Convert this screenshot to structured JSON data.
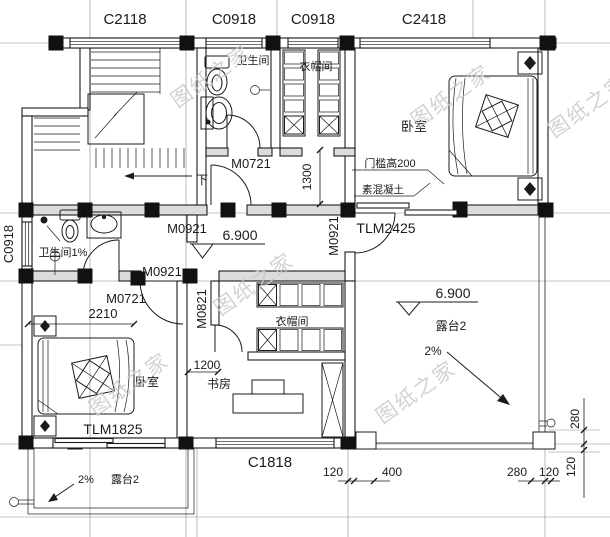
{
  "drawing": {
    "kind": "residential floor plan",
    "watermark": "图纸之家",
    "colors": {
      "line": "#1b1b1b",
      "wall_fill": "#dcdcdc",
      "watermark": "#c7c7c7",
      "background": "#ffffff"
    }
  },
  "windows": {
    "c2118": "C2118",
    "c0918_top_a": "C0918",
    "c0918_top_b": "C0918",
    "c2418": "C2418",
    "c0918_left": "C0918",
    "c1818": "C1818"
  },
  "doors": {
    "m0721_top": "M0721",
    "m0721_bath": "M0721",
    "m0921_hall": "M0921",
    "m0921_bedroom": "M0921",
    "m0921_terrace": "M0921",
    "m0821": "M0821",
    "tlm2425": "TLM2425",
    "tlm1825": "TLM1825"
  },
  "rooms": {
    "bathroom_top": "卫生间",
    "cloakroom_top": "衣帽间",
    "bedroom_top": "卧室",
    "bathroom_left": "卫生间1%",
    "bedroom_left": "卧室",
    "study": "书房",
    "cloakroom_mid": "衣帽间",
    "terrace_right": "露台2",
    "terrace_left": "露台2",
    "stair_down": "下"
  },
  "annotations": {
    "threshold_height": "门槛高200",
    "plain_concrete": "素混凝土",
    "elevation_hall": "6.900",
    "elevation_terrace": "6.900",
    "slope_right": "2%",
    "slope_left": "2%"
  },
  "dimensions": {
    "d1300": "1300",
    "d2210": "2210",
    "d1200": "1200",
    "d120_a": "120",
    "d400": "400",
    "d280_a": "280",
    "d120_b": "120",
    "d280_v": "280",
    "d120_v": "120"
  }
}
